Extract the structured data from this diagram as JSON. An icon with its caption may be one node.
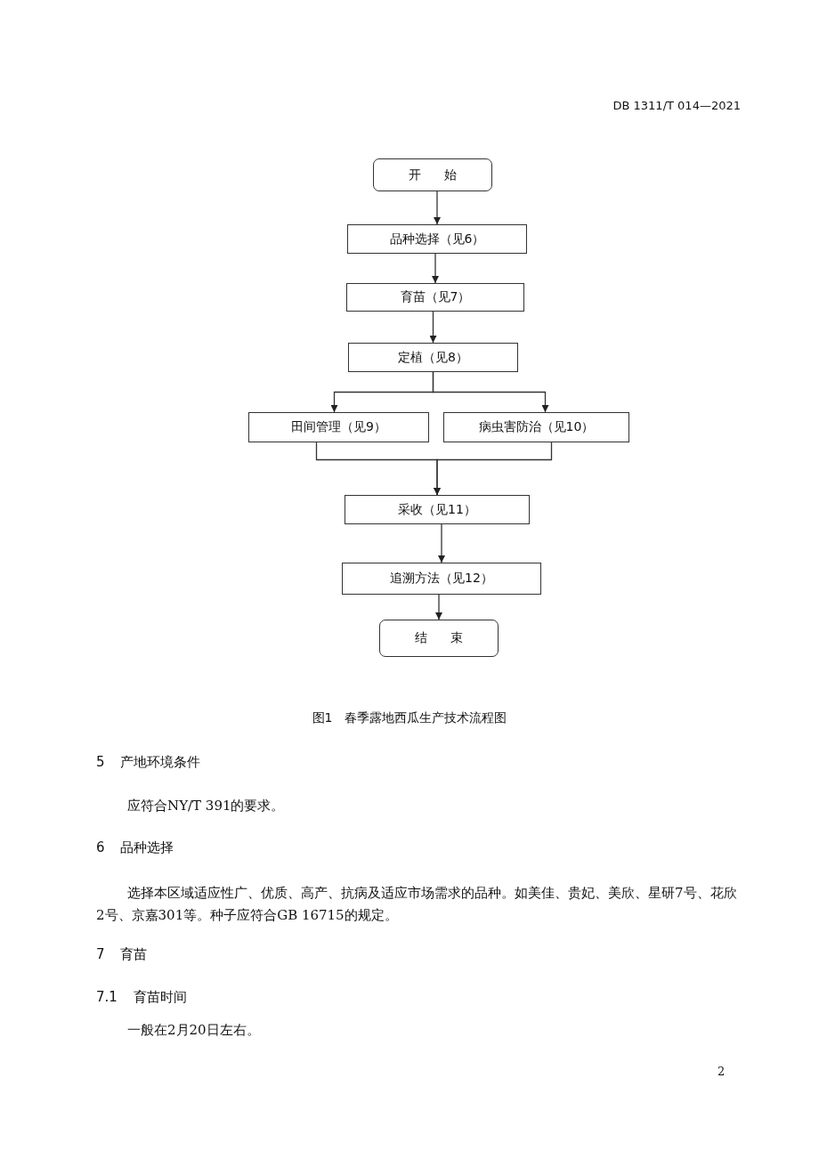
{
  "diagram": {
    "caption": "图1　春季露地西瓜生产技术流程图",
    "nodes": [
      {
        "text": [
          "开始"
        ]
      },
      {
        "text": [
          "品种选择（见6）"
        ]
      },
      {
        "text": [
          "育苗（见7）"
        ]
      },
      {
        "text": [
          "定植（见8）"
        ]
      },
      {
        "text": [
          "田间管理（见9）"
        ]
      },
      {
        "text": [
          "病虫害防治（见10）"
        ]
      },
      {
        "text": [
          "采收（见11）"
        ]
      },
      {
        "text": [
          "追溯方法（见12）"
        ]
      },
      {
        "text": [
          "结束"
        ]
      }
    ],
    "edges": [
      {
        "from": 0,
        "to": 1,
        "arrow": "to"
      },
      {
        "from": 1,
        "to": 2,
        "arrow": "to"
      },
      {
        "from": 2,
        "to": 3,
        "arrow": "to"
      },
      {
        "from": 3,
        "to": 4,
        "arrow": "to"
      },
      {
        "from": 3,
        "to": 5,
        "arrow": "to"
      },
      {
        "from": 4,
        "to": 6,
        "arrow": "to"
      },
      {
        "from": 5,
        "to": 6,
        "arrow": "to"
      },
      {
        "from": 6,
        "to": 7,
        "arrow": "to"
      },
      {
        "from": 7,
        "to": 8,
        "arrow": "to"
      }
    ],
    "labels": [
      "DB 1311/T 014—2021",
      "5",
      "产地环境条件",
      "应符合NY/T 391的要求。",
      "6",
      "品种选择",
      "选择本区域适应性广、优质、高产、抗病及适应市场需求的品种。如美佳、贵妃、美欣、星研7号、花欣2号、京嘉301等。种子应符合GB 16715的规定。",
      "7",
      "育苗",
      "7.1",
      "育苗时间",
      "一般在2月20日左右。",
      "2"
    ]
  }
}
